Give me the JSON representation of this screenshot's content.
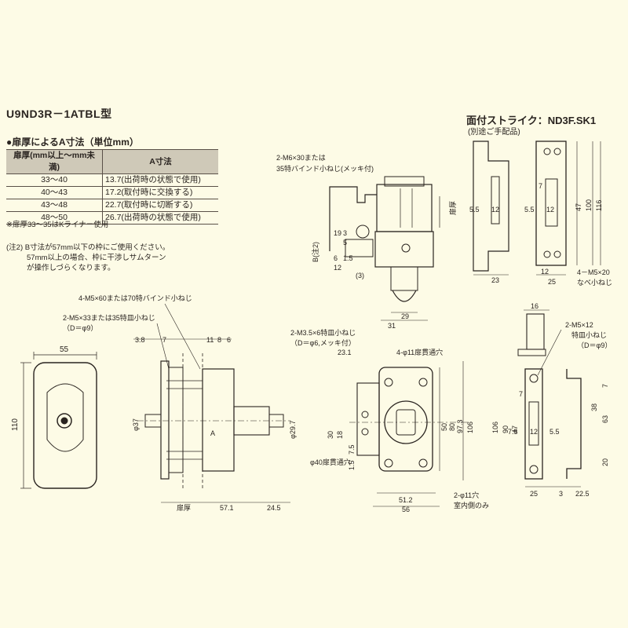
{
  "model_title": "U9ND3R－1ATBL型",
  "table": {
    "heading": "●扉厚によるA寸法（単位mm）",
    "col_thickness": "扉厚(mm以上～mm未満)",
    "col_a": "A寸法",
    "rows": [
      {
        "range": "33～40",
        "a": "13.7(出荷時の状態で使用)"
      },
      {
        "range": "40～43",
        "a": "17.2(取付時に交換する)"
      },
      {
        "range": "43～48",
        "a": "22.7(取付時に切断する)"
      },
      {
        "range": "48～50",
        "a": "26.7(出荷時の状態で使用)"
      }
    ],
    "footnote": "※扉厚33～35はKライナー使用"
  },
  "note2": {
    "line1": "(注2) B寸法が57mm以下の枠にご使用ください。",
    "line2": "57mm以上の場合、枠に干渉しサムターン",
    "line3": "が操作しづらくなります。"
  },
  "strike": {
    "title": "面付ストライク：ND3F.SK1",
    "subtitle": "(別途ご手配品)"
  },
  "annotations": {
    "screw_m6": "2-M6×30または",
    "screw_m6_b": "35特バインド小ねじ(メッキ付)",
    "screw_m5x60": "4-M5×60または70特バインド小ねじ",
    "screw_m5x33": "2-M5×33または35特皿小ねじ",
    "d9": "（D＝φ9）",
    "screw_m35": "2-M3.5×6特皿小ねじ",
    "d6": "（D＝φ6,メッキ付）",
    "hole_11": "4-φ11扉貫通穴",
    "hole_40": "φ40扉貫通穴",
    "hole_2x11": "2-φ11穴",
    "indoor_only": "室内側のみ",
    "screw_m5x12": "2-M5×12",
    "sara_small": "特皿小ねじ",
    "d9b": "（D＝φ9）",
    "screw_m5x20": "4－M5×20",
    "nabe": "なべ小ねじ",
    "tobiraatsu": "扉厚",
    "b_note": "B(注2)",
    "a_label": "A"
  },
  "dimensions": {
    "front_width": "55",
    "front_height": "110",
    "side_3_8": "3.8",
    "side_7": "7",
    "side_11": "11",
    "side_8": "8",
    "side_6": "6",
    "dia_37": "φ37",
    "dia_29_7": "φ29.7",
    "side_57_1": "57.1",
    "side_24_5": "24.5",
    "top_19": "19",
    "top_3": "3",
    "top_5": "5",
    "top_6": "6",
    "top_12": "12",
    "top_1_5": "1.5",
    "top_3p": "(3)",
    "top_29": "29",
    "top_31": "31",
    "back_23_1": "23.1",
    "back_30": "30",
    "back_18": "18",
    "back_7_5": "7.5",
    "back_1_5": "1.5",
    "back_50": "50",
    "back_80": "80",
    "back_97_3": "97.3",
    "back_106": "106",
    "back_51_2": "51.2",
    "back_56": "56",
    "sk_16": "16",
    "sk_90": "90",
    "sk_106": "106",
    "sk_47": "47",
    "sk_7": "7",
    "sk_7_5": "7.5",
    "sk_12": "12",
    "sk_5_5": "5.5",
    "sk_25": "25",
    "sk_3": "3",
    "sk_22_5": "22.5",
    "sk_38": "38",
    "sk_63": "63",
    "sk_20": "20",
    "sk_7b": "7",
    "st_23": "23",
    "st_5_5": "5.5",
    "st_12": "12",
    "st_5_5b": "5.5",
    "st_12b": "12",
    "st_47": "47",
    "st_100": "100",
    "st_116": "116",
    "st_7": "7",
    "st_12c": "12",
    "st_25": "25"
  },
  "colors": {
    "background": "#fdfbe6",
    "line": "#2a2420",
    "table_header": "#cfc9b8"
  }
}
